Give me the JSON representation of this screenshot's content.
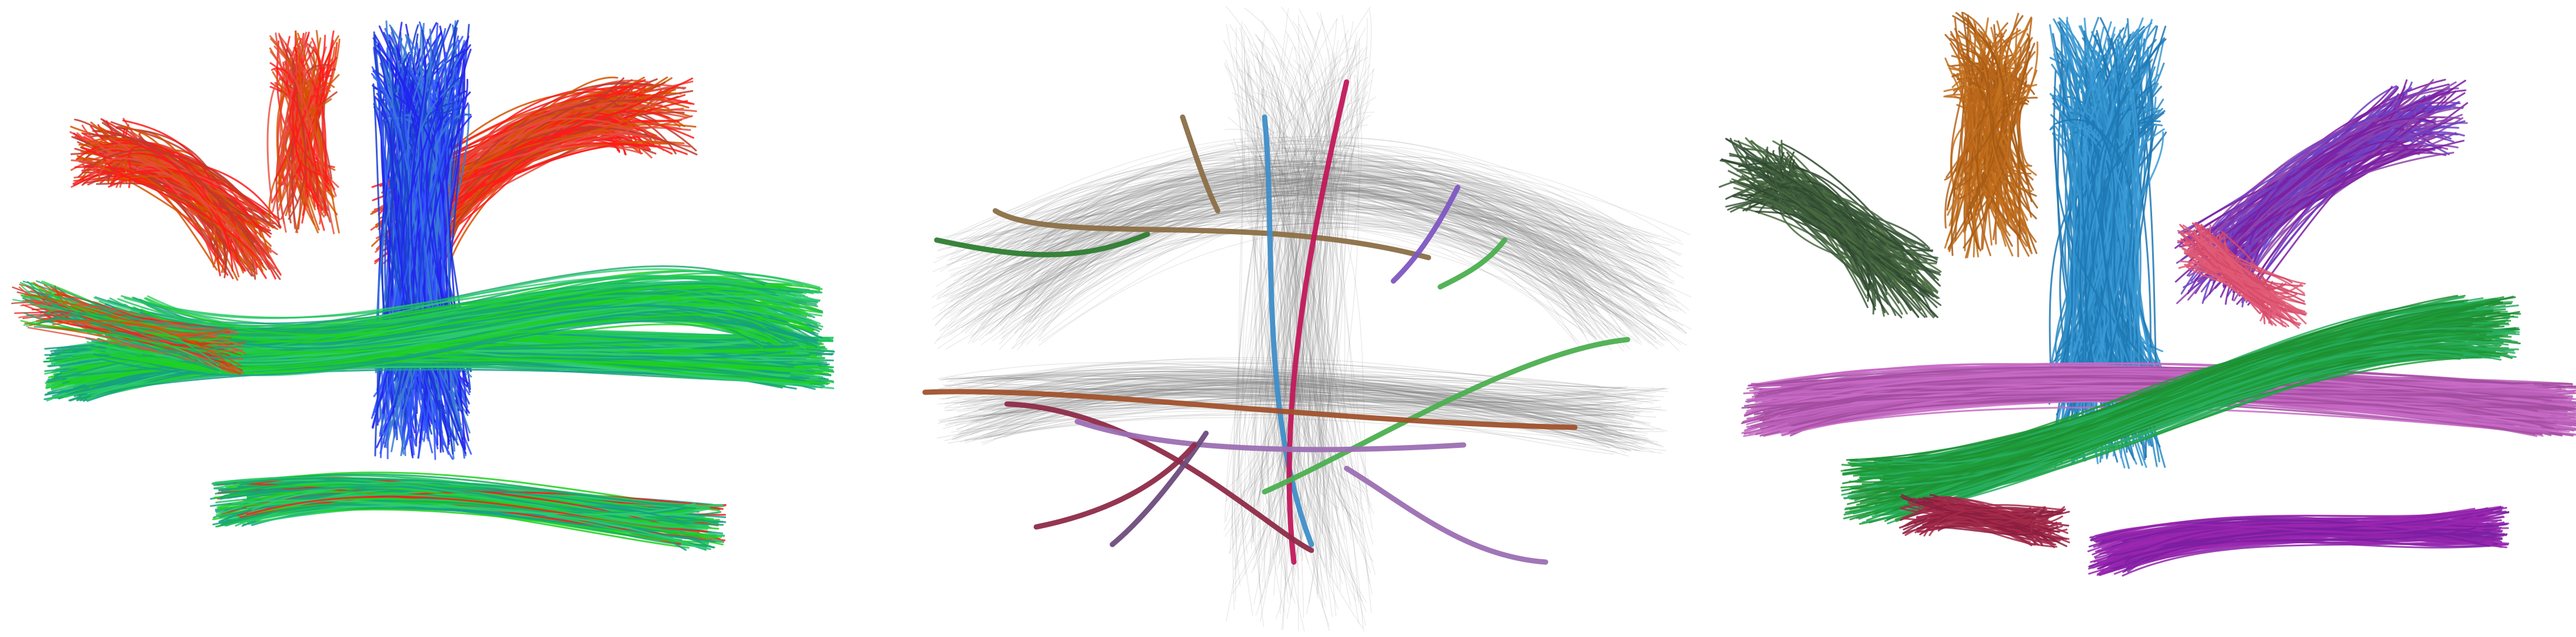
{
  "panels": [
    {
      "id": "left",
      "description_name": "directional-color-tractography",
      "palette": [
        "#ff1a1a",
        "#2222ee",
        "#1fd11f",
        "#18a86a",
        "#3a7bd5",
        "#c0392b",
        "#22c55e"
      ]
    },
    {
      "id": "middle",
      "description_name": "grey-tractography-highlighted-streamlines",
      "background_stroke": "#7a7a7a",
      "palette": [
        "#2e7d32",
        "#8b6f47",
        "#6d4c7d",
        "#c2185b",
        "#7e57c2",
        "#3f8ec9",
        "#4caf50",
        "#a0522d",
        "#8e2b48",
        "#9c6fb3"
      ]
    },
    {
      "id": "right",
      "description_name": "bundle-clustered-tractography",
      "palette": [
        "#b8651a",
        "#2b8cc4",
        "#3d5a3d",
        "#1e9e3a",
        "#b95fb8",
        "#7b1fa2",
        "#8b1e3f",
        "#d64a6a",
        "#6c3fc4"
      ]
    }
  ]
}
